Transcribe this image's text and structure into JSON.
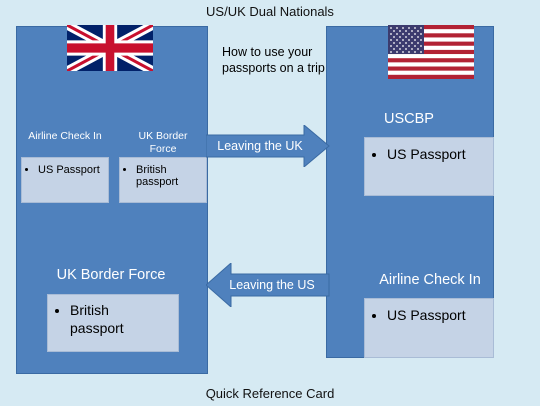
{
  "header": {
    "title": "US/UK Dual Nationals"
  },
  "footer": {
    "label": "Quick Reference Card"
  },
  "howto": {
    "text": "How to use your passports on a trip"
  },
  "uk_panel": {
    "airline_checkin_label": "Airline Check In",
    "airline_checkin_item": "US Passport",
    "border_force_label": "UK Border Force",
    "border_force_item": "British passport",
    "arrival_label": "UK Border Force",
    "arrival_item": "British passport"
  },
  "us_panel": {
    "cbp_label": "USCBP",
    "cbp_item": "US Passport",
    "airline_checkin_label": "Airline Check In",
    "airline_checkin_item": "US Passport"
  },
  "arrows": {
    "leaving_uk": "Leaving the UK",
    "leaving_us": "Leaving the US"
  },
  "colors": {
    "background": "#d6eaf3",
    "panel": "#4f81bd",
    "card": "#c5d3e6",
    "uk_red": "#c8102e",
    "uk_blue": "#012169",
    "us_red": "#b22234",
    "us_blue": "#3c3b6e"
  },
  "icons": {
    "uk_flag": "uk-flag-icon",
    "us_flag": "us-flag-icon"
  }
}
